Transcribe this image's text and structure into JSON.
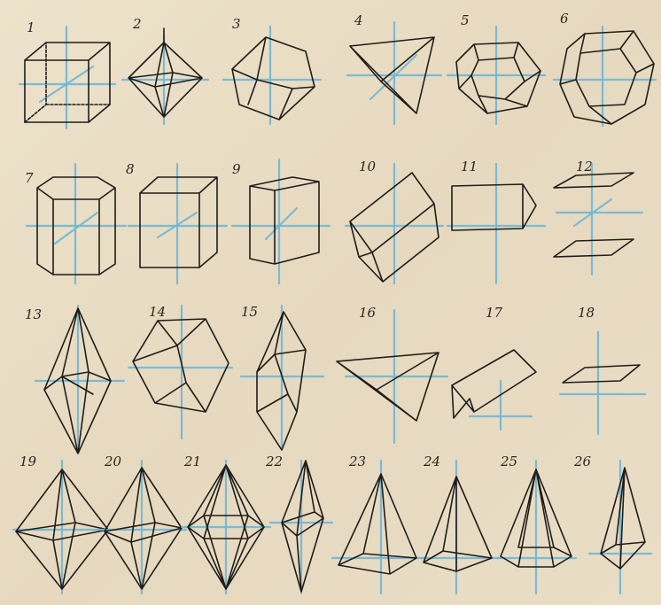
{
  "labels": [
    "1",
    "2",
    "3",
    "4",
    "5",
    "6",
    "7",
    "8",
    "9",
    "10",
    "11",
    "12",
    "13",
    "14",
    "15",
    "16",
    "17",
    "18",
    "19",
    "20",
    "21",
    "22",
    "23",
    "24",
    "25",
    "26"
  ],
  "colors": {
    "edge": "#1f1c19",
    "axis": "#6fb6d6",
    "paper": "#ebe0c8"
  }
}
